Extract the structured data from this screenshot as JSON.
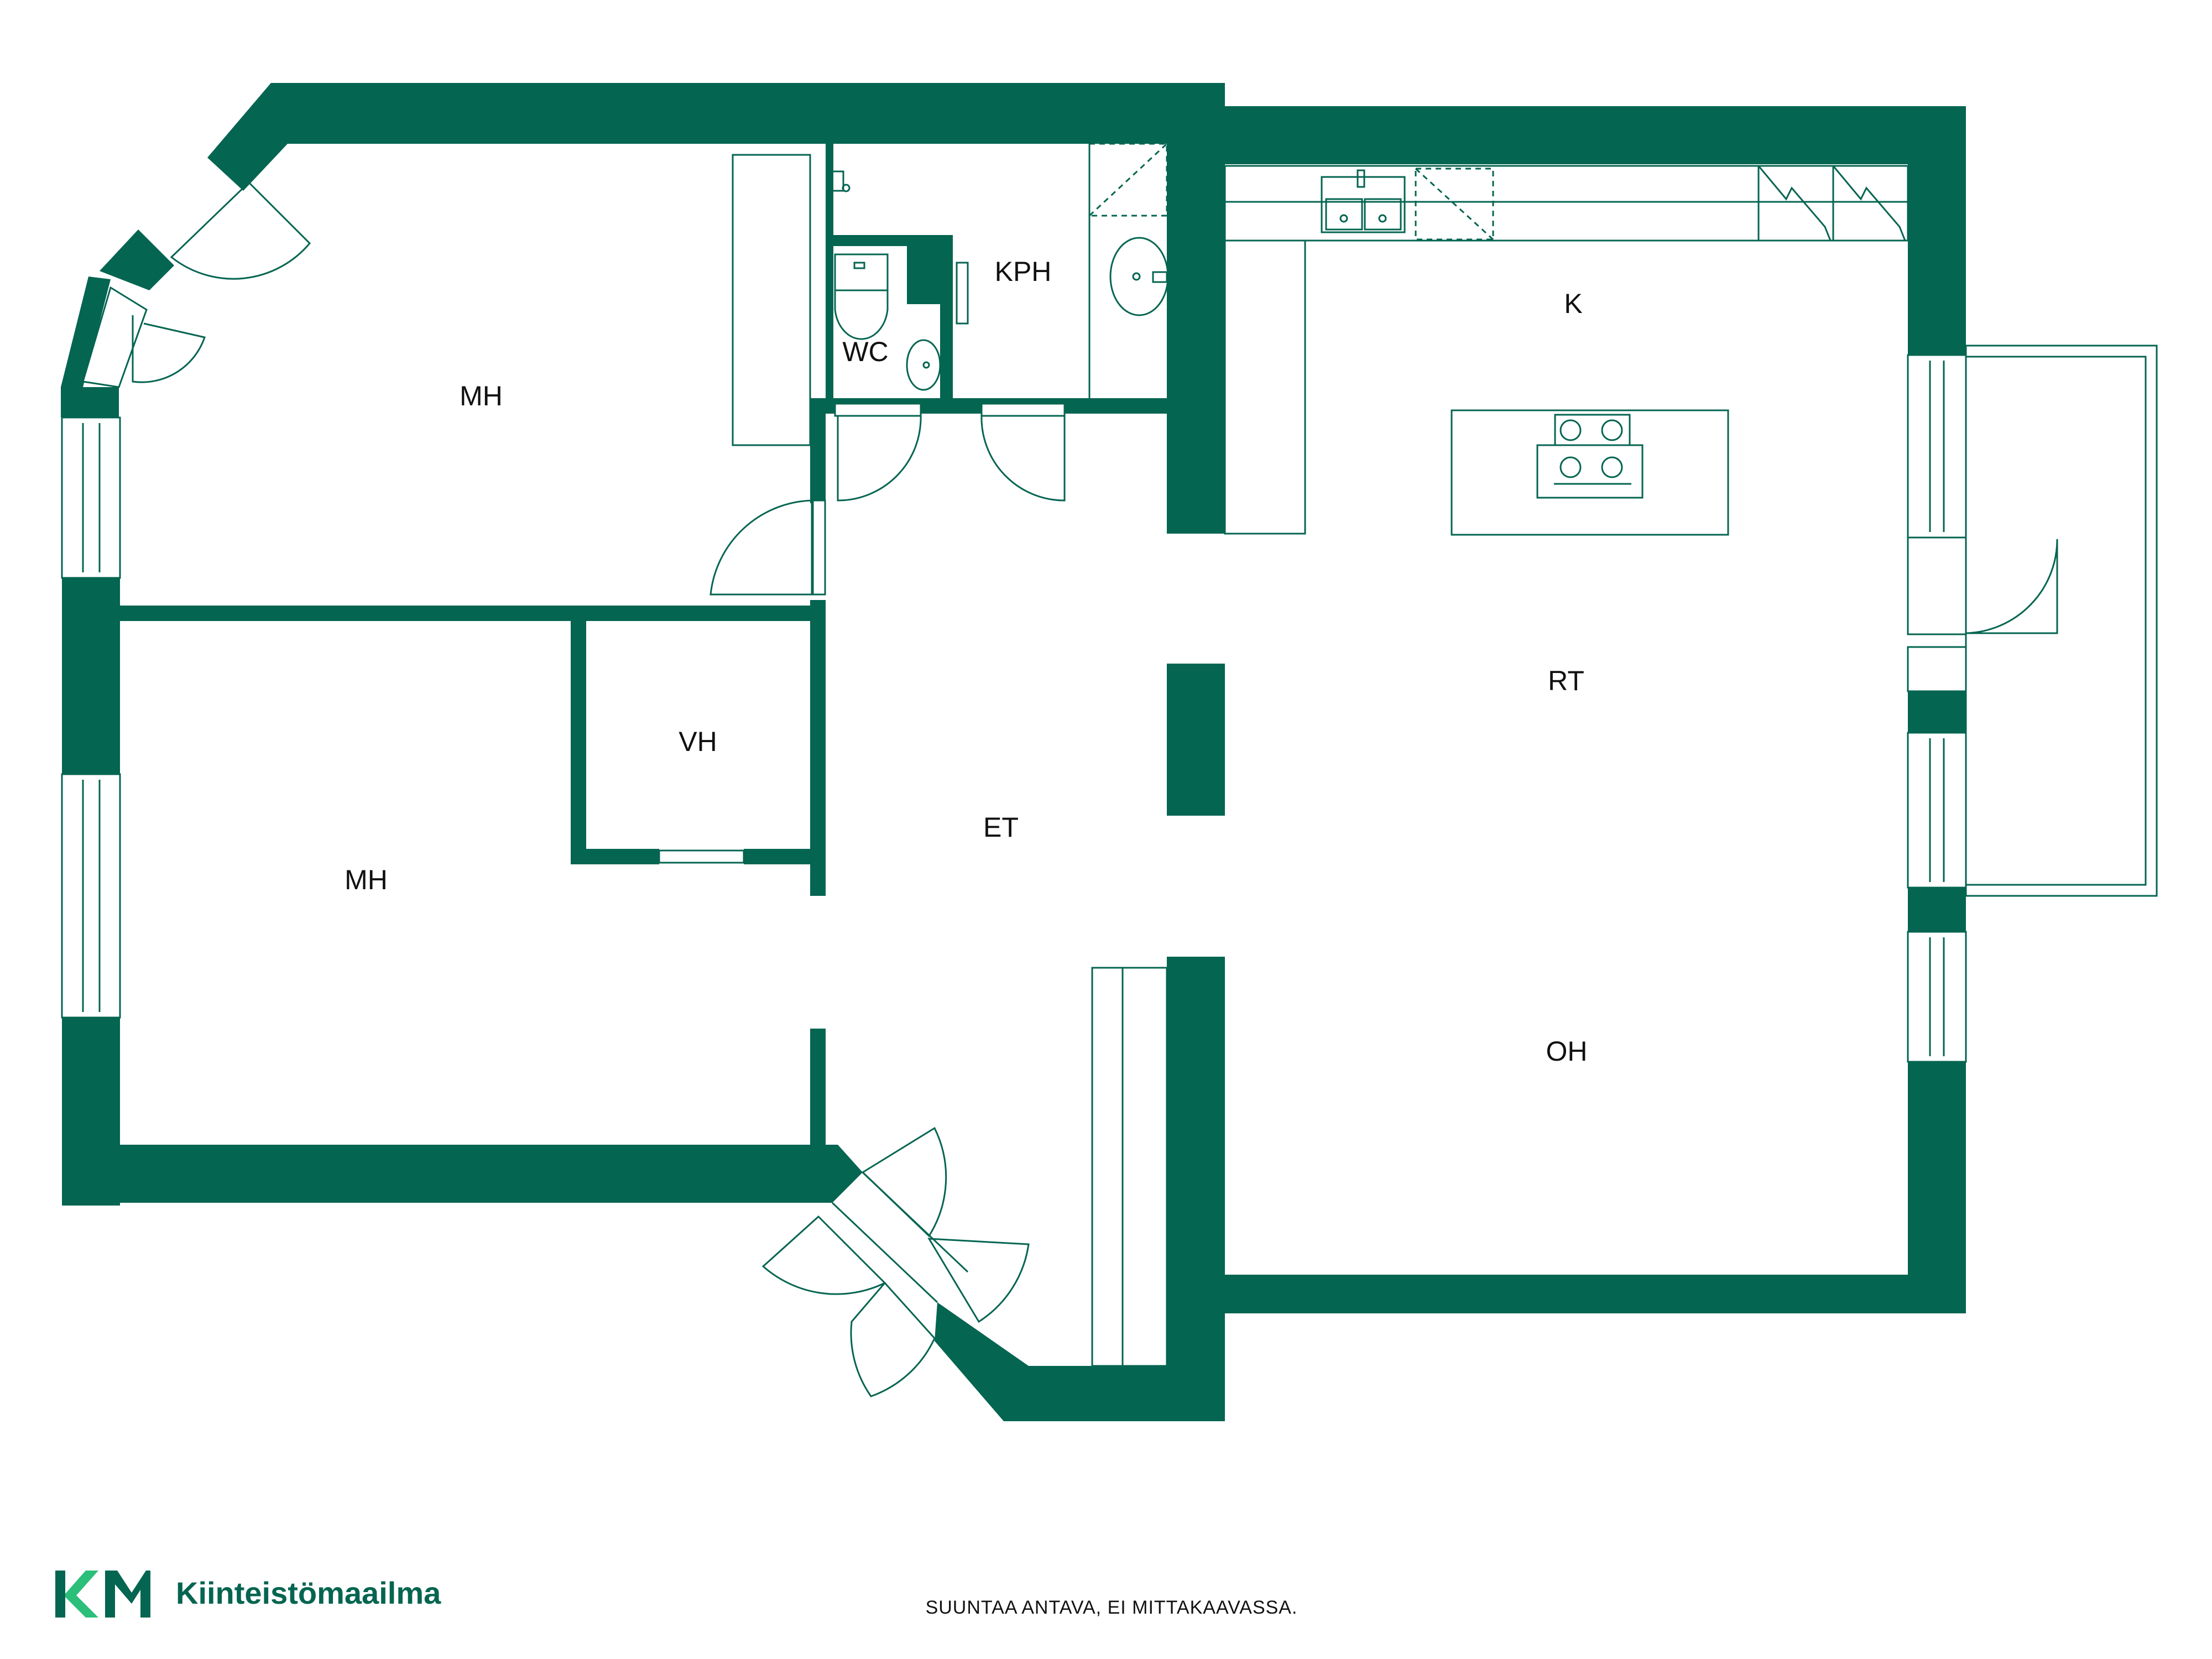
{
  "colors": {
    "wall": "#046551",
    "logo_accent": "#2bbf7a",
    "background": "#ffffff"
  },
  "rooms": {
    "mh_top": "MH",
    "mh_bottom": "MH",
    "wc": "WC",
    "kph": "KPH",
    "k": "K",
    "rt": "RT",
    "vh": "VH",
    "et": "ET",
    "oh": "OH"
  },
  "footer": {
    "disclaimer": "SUUNTAA ANTAVA, EI MITTAKAAVASSA."
  },
  "brand": {
    "logo_mark": "KM",
    "name": "Kiinteistömaailma"
  },
  "icons": {
    "logo": "km-logo-icon"
  }
}
